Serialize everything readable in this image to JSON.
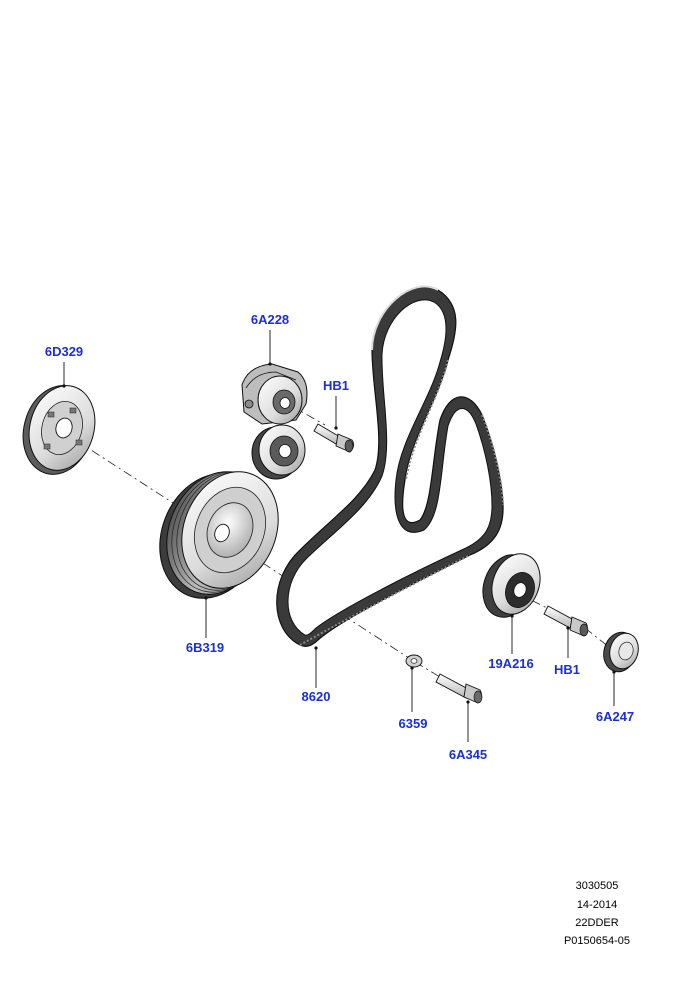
{
  "callouts": {
    "p_6A228": "6A228",
    "p_6D329": "6D329",
    "p_HB1_top": "HB1",
    "p_6B319": "6B319",
    "p_8620": "8620",
    "p_19A216": "19A216",
    "p_HB1_right": "HB1",
    "p_6359": "6359",
    "p_6A345": "6A345",
    "p_6A247": "6A247"
  },
  "meta": {
    "line1": "3030505",
    "line2": "14-2014",
    "line3": "22DDER",
    "line4": "P0150654-05"
  },
  "colors": {
    "callout": "#1a2fd6",
    "ink": "#111111"
  }
}
